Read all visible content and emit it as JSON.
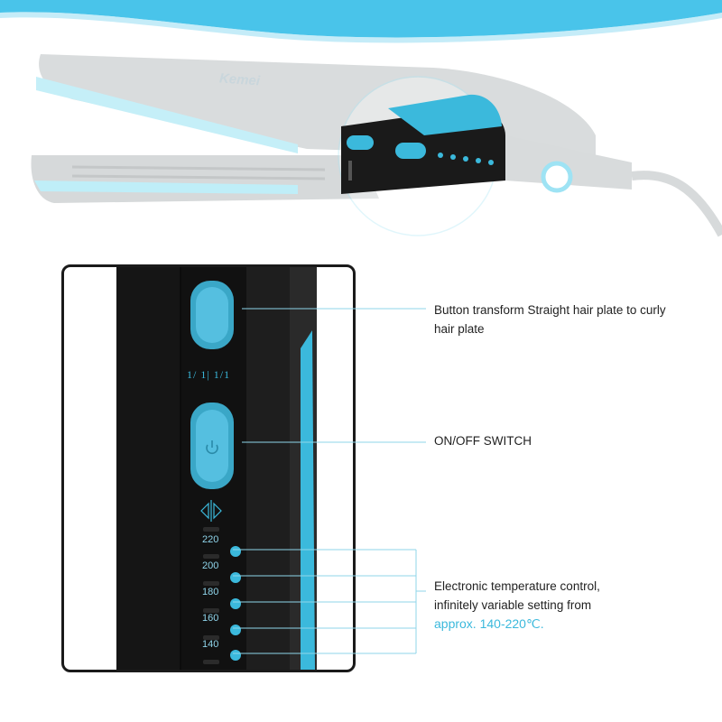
{
  "colors": {
    "accent": "#3bb9dc",
    "body_dark": "#1b1b1b",
    "ghost": "#cfd3d5",
    "wave": "#49c4ea"
  },
  "icons": {
    "power": "power-icon",
    "mode_toggle": "mode-toggle-icon"
  },
  "iron_brand": "Kemei",
  "panel_mode_marks": "1/ 1|  1/1",
  "callouts": {
    "button": "Button transform Straight hair plate to curly hair plate",
    "power": "ON/OFF SWITCH",
    "temp_line1": "Electronic temperature control,",
    "temp_line2": "infinitely variable setting from",
    "temp_range": "approx. 140-220℃."
  },
  "temperature_levels": [
    "220",
    "200",
    "180",
    "160",
    "140"
  ]
}
